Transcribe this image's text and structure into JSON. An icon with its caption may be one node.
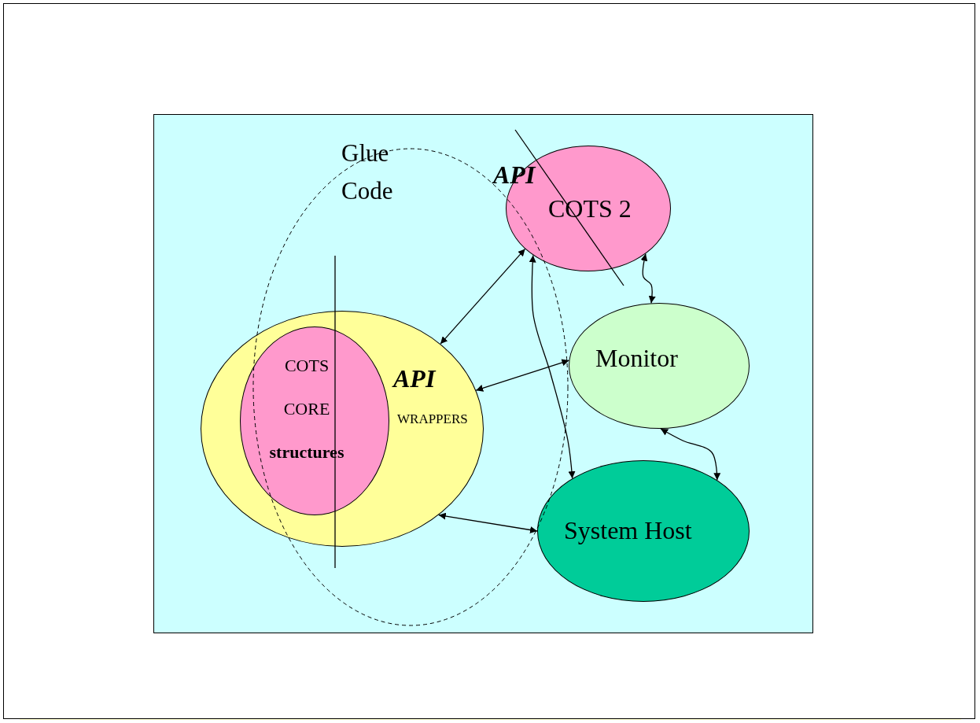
{
  "diagram": {
    "nodes": [
      {
        "text": [],
        "shape": "box"
      },
      {
        "text": [
          "Glue Code"
        ],
        "in": 0
      },
      {
        "text": [
          "API",
          "WRAPPERS"
        ],
        "in": 0
      },
      {
        "text": [
          "COTS CORE **structures**"
        ],
        "in": 2
      },
      {
        "text": [
          "API",
          "COTS 2"
        ],
        "in": 0
      },
      {
        "text": [
          "Monitor"
        ],
        "in": 0
      },
      {
        "text": [
          "System Host"
        ],
        "in": 0
      }
    ],
    "edges": [
      {
        "from": 4,
        "to": 2,
        "arrow": "both"
      },
      {
        "from": 5,
        "to": 2,
        "arrow": "both"
      },
      {
        "from": 2,
        "to": 6,
        "arrow": "both"
      },
      {
        "from": 4,
        "to": 6,
        "arrow": "both"
      },
      {
        "from": 4,
        "to": 5,
        "arrow": "both"
      },
      {
        "from": 5,
        "to": 6,
        "arrow": "both"
      }
    ]
  }
}
